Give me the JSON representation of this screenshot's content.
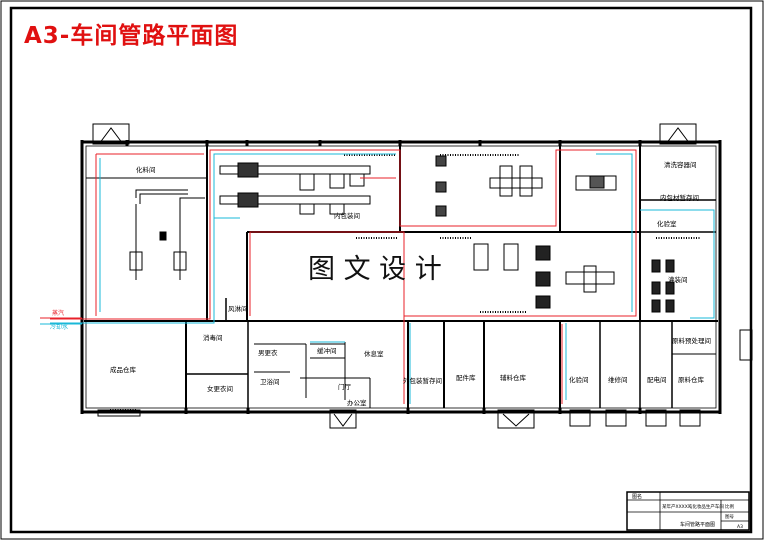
{
  "title": "A3-车间管路平面图",
  "watermark": "图 文 设 计",
  "pipes": {
    "steam_label": "蒸汽",
    "water_label": "冷却水",
    "steam_color": "#e8202a",
    "water_color": "#19b8d8"
  },
  "rooms": {
    "r1": "化料间",
    "r2": "内包装间",
    "r3": "清洗容器间",
    "r4": "内包材暂存间",
    "r5": "灌装间",
    "r6": "成品仓库",
    "r7": "消毒间",
    "r8": "风淋间",
    "r9": "男更衣",
    "r10": "缓冲间",
    "r11": "休息室",
    "r12": "女更衣间",
    "r13": "卫浴间",
    "r14": "门厅",
    "r15": "办公室",
    "r16": "外包装暂存间",
    "r17": "配件库",
    "r18": "辅料仓库",
    "r19": "化验间",
    "r20": "维修间",
    "r21": "配电间",
    "r22": "原料仓库",
    "r23": "原料预处理间",
    "r24": "化验室"
  },
  "title_block": {
    "head": "图名",
    "line1": "某年产XXXX吨化妆品生产车间",
    "line2": "车间管路平面图",
    "cell1": "比例",
    "cell2": "图号",
    "cell3": "A3"
  }
}
